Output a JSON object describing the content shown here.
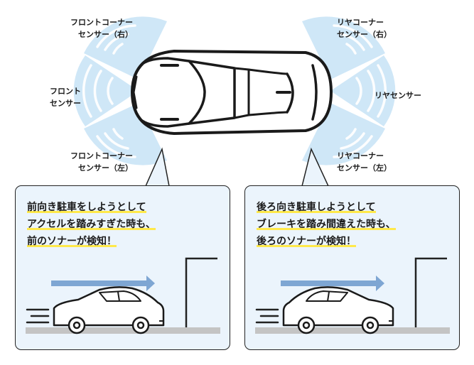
{
  "sensors": {
    "front_corner_right": [
      "フロントコーナー",
      "センサー（右）"
    ],
    "front": [
      "フロント",
      "センサー"
    ],
    "front_corner_left": [
      "フロントコーナー",
      "センサー（左）"
    ],
    "rear_corner_right": [
      "リヤコーナー",
      "センサー（右）"
    ],
    "rear": [
      "リヤセンサー"
    ],
    "rear_corner_left": [
      "リヤコーナー",
      "センサー（左）"
    ]
  },
  "panels": {
    "front": {
      "lines": [
        "前向き駐車をしようとして",
        "アクセルを踏みすぎた時も、",
        "前のソナーが検知！"
      ]
    },
    "rear": {
      "lines": [
        "後ろ向き駐車しようとして",
        "ブレーキを踏み間違えた時も、",
        "後ろのソナーが検知！"
      ]
    }
  },
  "colors": {
    "sensor_wave": "#cfe7f7",
    "sensor_arc": "#ffffff",
    "panel_bg": "#ebf4fc",
    "arrow": "#7ea6d3",
    "highlight": "#ffe94a",
    "ground": "#c4c4c4",
    "outline": "#222222"
  }
}
